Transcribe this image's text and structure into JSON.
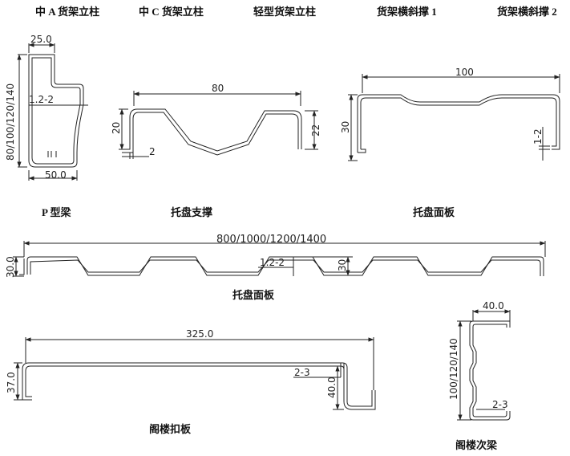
{
  "captions": {
    "top": [
      "中 A 货架立柱",
      "中 C 货架立柱",
      "轻型货架立柱",
      "货架横斜撑 1",
      "货架横斜撑 2"
    ],
    "p_beam": "P 型梁",
    "support": "托盘支撑",
    "panel_top": "托盘面板",
    "panel_long": "托盘面板",
    "loft_buckle": "阁楼扣板",
    "loft_beam": "阁楼次梁"
  },
  "dims": {
    "p_top": "25.0",
    "p_height": "80/100/120/140",
    "p_thick": "1.2-2",
    "p_bottom": "50.0",
    "sup_width": "80",
    "sup_h_left": "20",
    "sup_h_right": "22",
    "sup_thick": "2",
    "pan_width": "100",
    "pan_height": "30",
    "pan_thick": "1-2",
    "long_width": "800/1000/1200/1400",
    "long_height_left": "30.0",
    "long_thick": "1.2-2",
    "long_height_mid": "30",
    "buckle_width": "325.0",
    "buckle_h_left": "37.0",
    "buckle_thick": "2-3",
    "buckle_h_right": "40.0",
    "beam_top": "40.0",
    "beam_height": "100/120/140",
    "beam_thick": "2-3"
  }
}
